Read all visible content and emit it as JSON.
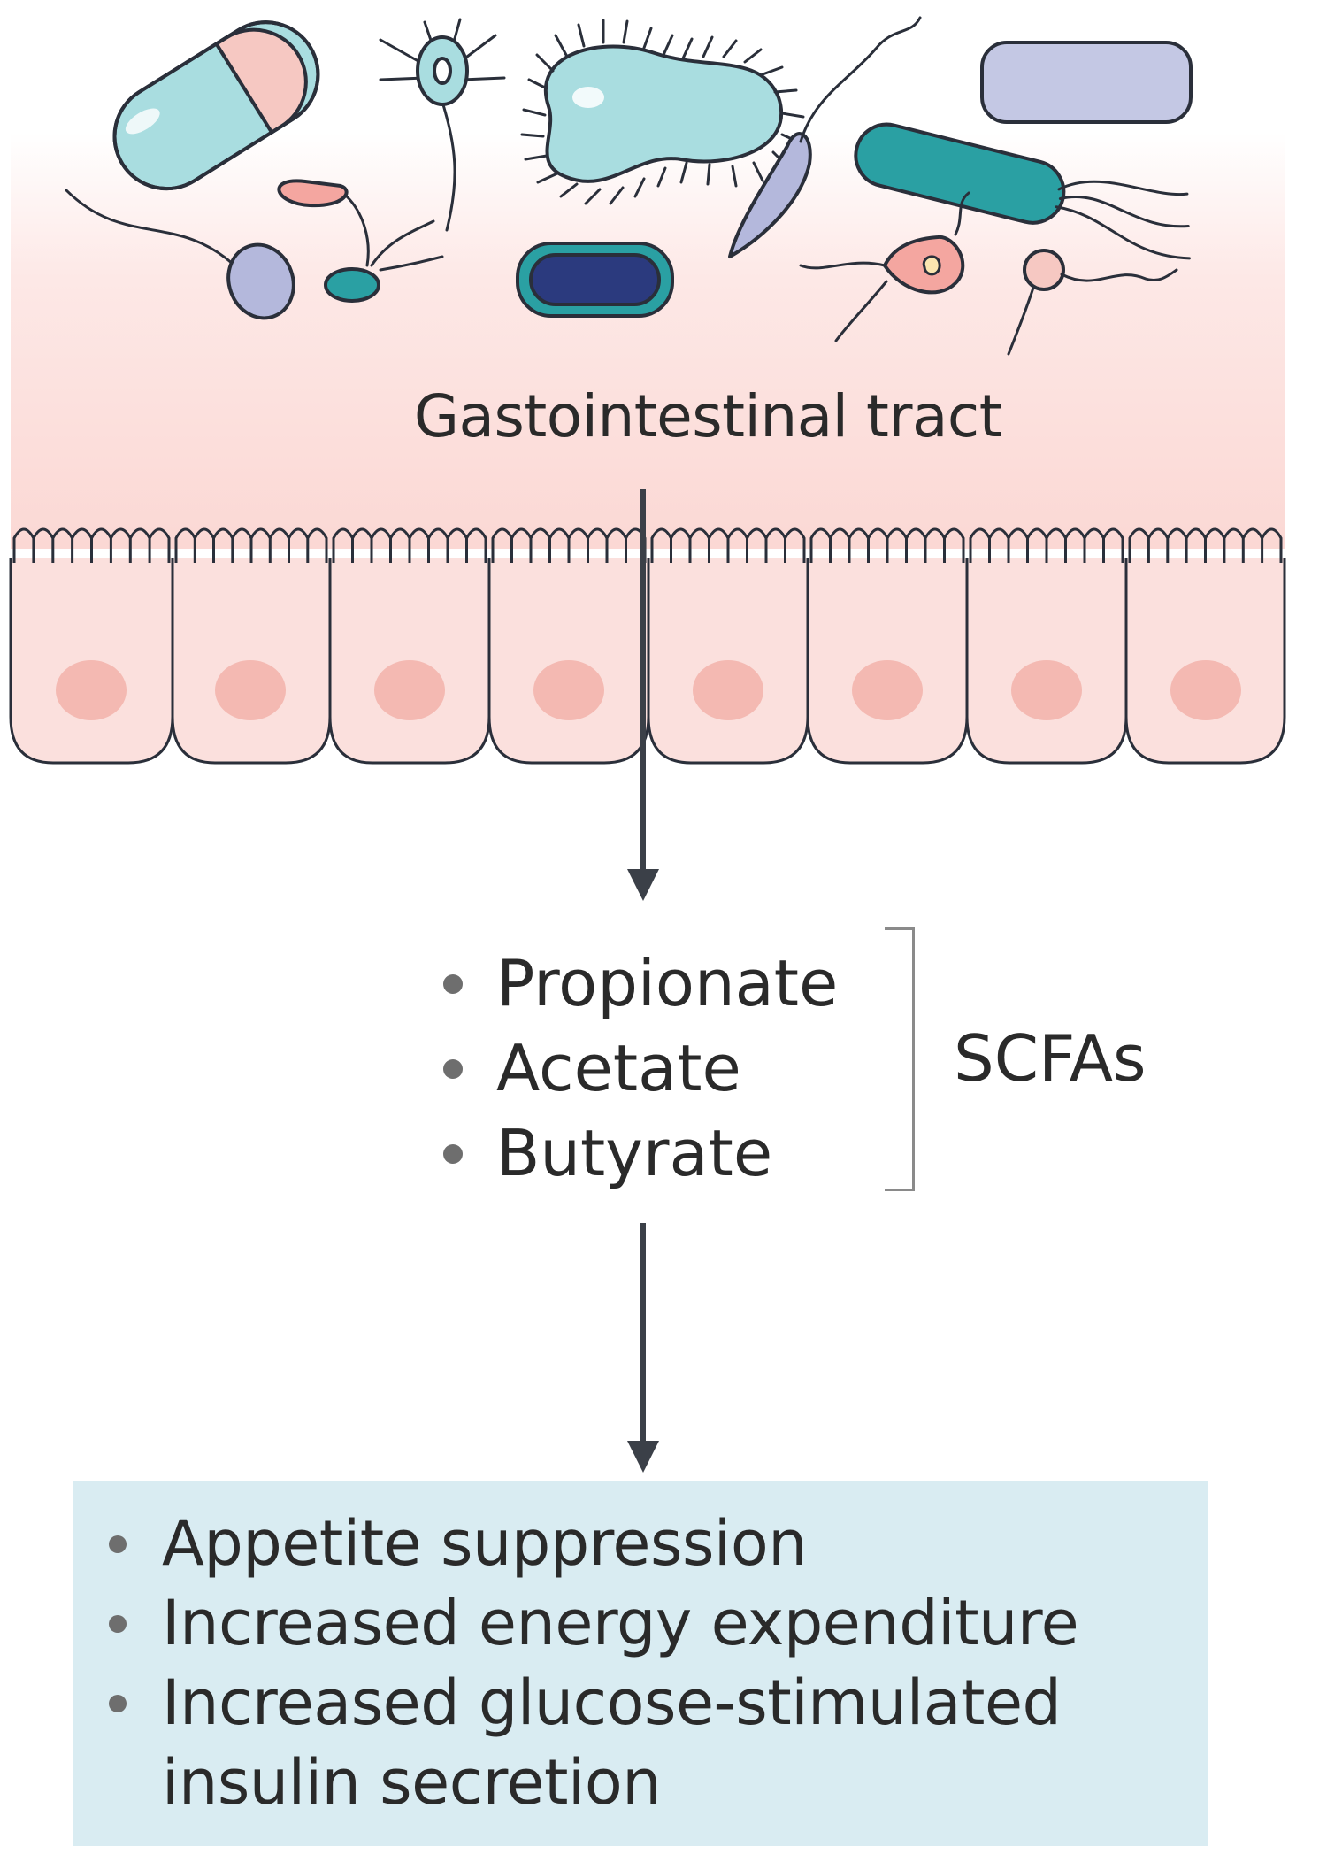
{
  "gi_tract": {
    "label": "Gastointestinal tract",
    "mucosa_color": "#fbdbd8",
    "cell_color": "#fbe0dd",
    "nucleus_color": "#f4b9b2"
  },
  "scfas": {
    "items": [
      {
        "label": "Propionate"
      },
      {
        "label": "Acetate"
      },
      {
        "label": "Butyrate"
      }
    ],
    "group_label": "SCFAs"
  },
  "effects": {
    "box_color": "#d9ecf2",
    "items": [
      {
        "label": "Appetite suppression"
      },
      {
        "label": "Increased energy expenditure"
      },
      {
        "label": "Increased glucose-stimulated\ninsulin secretion"
      }
    ]
  },
  "colors": {
    "arrow": "#3b4048",
    "bacteria_teal": "#2aa0a3",
    "bacteria_light_teal": "#a9dde0",
    "bacteria_lavender": "#b4b8dc",
    "bacteria_pink": "#f4a6a0",
    "bacteria_navy": "#2b3a7e"
  }
}
